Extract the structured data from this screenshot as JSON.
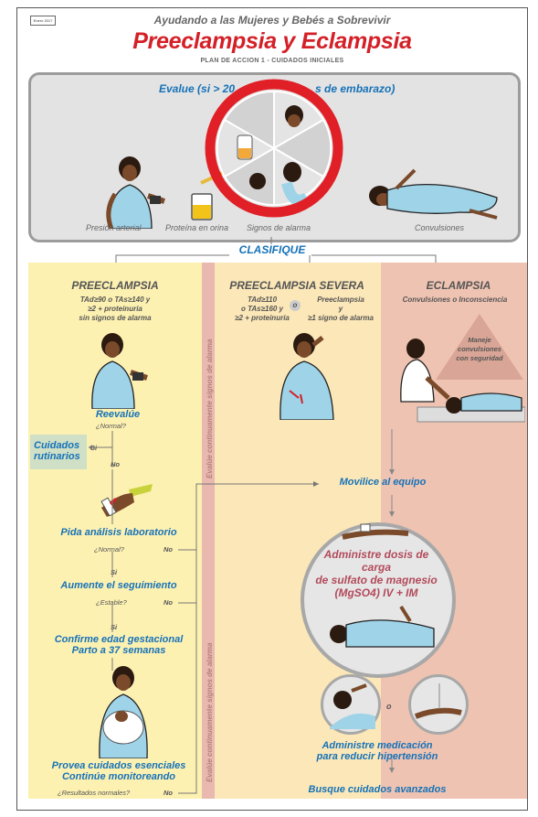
{
  "header": {
    "date_box": "Enero 2017",
    "subtitle": "Ayudando a las Mujeres y Bebés a Sobrevivir",
    "title": "Preeclampsia y Eclampsia",
    "plan": "PLAN DE ACCION 1 - CUIDADOS INICIALES"
  },
  "evaluate": {
    "title_left": "Evalue (si > 20",
    "title_right": "s de embarazo)",
    "captions": {
      "pressure": "Presión arterial",
      "protein": "Proteína en orina",
      "signs": "Signos de alarma",
      "convulsions": "Convulsiones"
    }
  },
  "classify": {
    "label": "CLASIFIQUE"
  },
  "preeclampsia": {
    "heading": "PREECLAMPSIA",
    "criteria": [
      "TAd≥90 o TAs≥140 y",
      "≥2 + proteinuria",
      "sin signos de alarma"
    ],
    "reevalue": "Reevalúe",
    "normal_q": "¿Normal?",
    "si": "Si",
    "no": "No",
    "routine_care": [
      "Cuidados",
      "rutinarios"
    ],
    "lab": "Pida análisis laboratorio",
    "normal_q2": "¿Normal?",
    "no2": "No",
    "si2": "Si",
    "increase_monitoring": "Aumente el seguimiento",
    "stable_q": "¿Estable?",
    "no3": "No",
    "si3": "Si",
    "confirm": [
      "Confirme edad gestacional",
      "Parto a 37 semanas"
    ],
    "essential": [
      "Provea cuidados esenciales",
      "Continúe monitoreando"
    ],
    "results_q": "¿Resultados normales?",
    "no4": "No"
  },
  "vertical_label": "Evalúe continuamente signos de alarma",
  "severe": {
    "heading": "PREECLAMPSIA SEVERA",
    "criteria_left": [
      "TAd≥110",
      "o TAs≥160 y",
      "≥2 + proteinuria"
    ],
    "or_symbol": "o",
    "criteria_right": [
      "Preeclampsia",
      "y",
      "≥1 signo de alarma"
    ]
  },
  "eclampsia": {
    "heading": "ECLAMPSIA",
    "criteria": "Convulsiones o Inconsciencia",
    "manage": [
      "Maneje",
      "convulsiones",
      "con seguridad"
    ]
  },
  "flow": {
    "mobilize": "Movilice al equipo",
    "mgso4": [
      "Administre dosis de carga",
      "de sulfato de magnesio",
      "(MgSO4) IV + IM"
    ],
    "or_symbol": "o",
    "antihypertensive": [
      "Administre medicación",
      "para reducir hipertensión"
    ],
    "advanced": "Busque cuidados avanzados"
  },
  "colors": {
    "title_red": "#d42027",
    "blue": "#1672b8",
    "yellow": "#fdf1b2",
    "pink": "#efc3b2",
    "maroon": "#b24a5b"
  }
}
